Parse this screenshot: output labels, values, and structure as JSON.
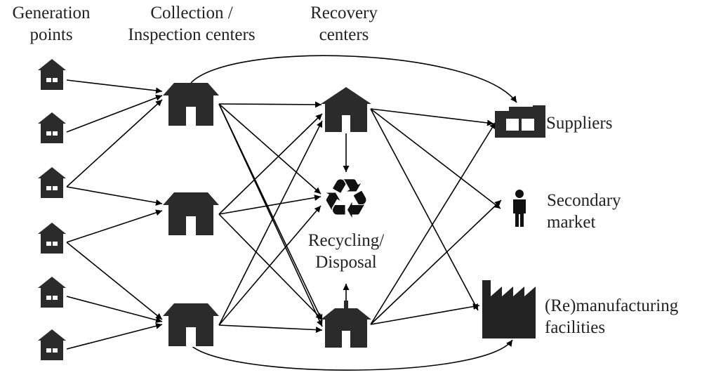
{
  "headers": {
    "generation": [
      "Generation",
      "points"
    ],
    "collection": [
      "Collection /",
      "Inspection centers"
    ],
    "recovery": [
      "Recovery",
      "centers"
    ]
  },
  "destinations": {
    "suppliers": [
      "Suppliers"
    ],
    "secondary": [
      "Secondary",
      "market"
    ],
    "manufacturing": [
      "(Re)manufacturing",
      "facilities"
    ]
  },
  "recycling": [
    "Recycling/",
    "Disposal"
  ],
  "icons": {
    "generation_point": "small-house-icon",
    "collection_center": "large-house-icon",
    "recovery_center": "large-house-icon",
    "recycling": "recycle-icon",
    "suppliers": "supplier-building-icon",
    "secondary_market": "person-icon",
    "manufacturing": "factory-icon"
  },
  "colors": {
    "icon": "#2b2b2b",
    "arrow": "#000000"
  }
}
